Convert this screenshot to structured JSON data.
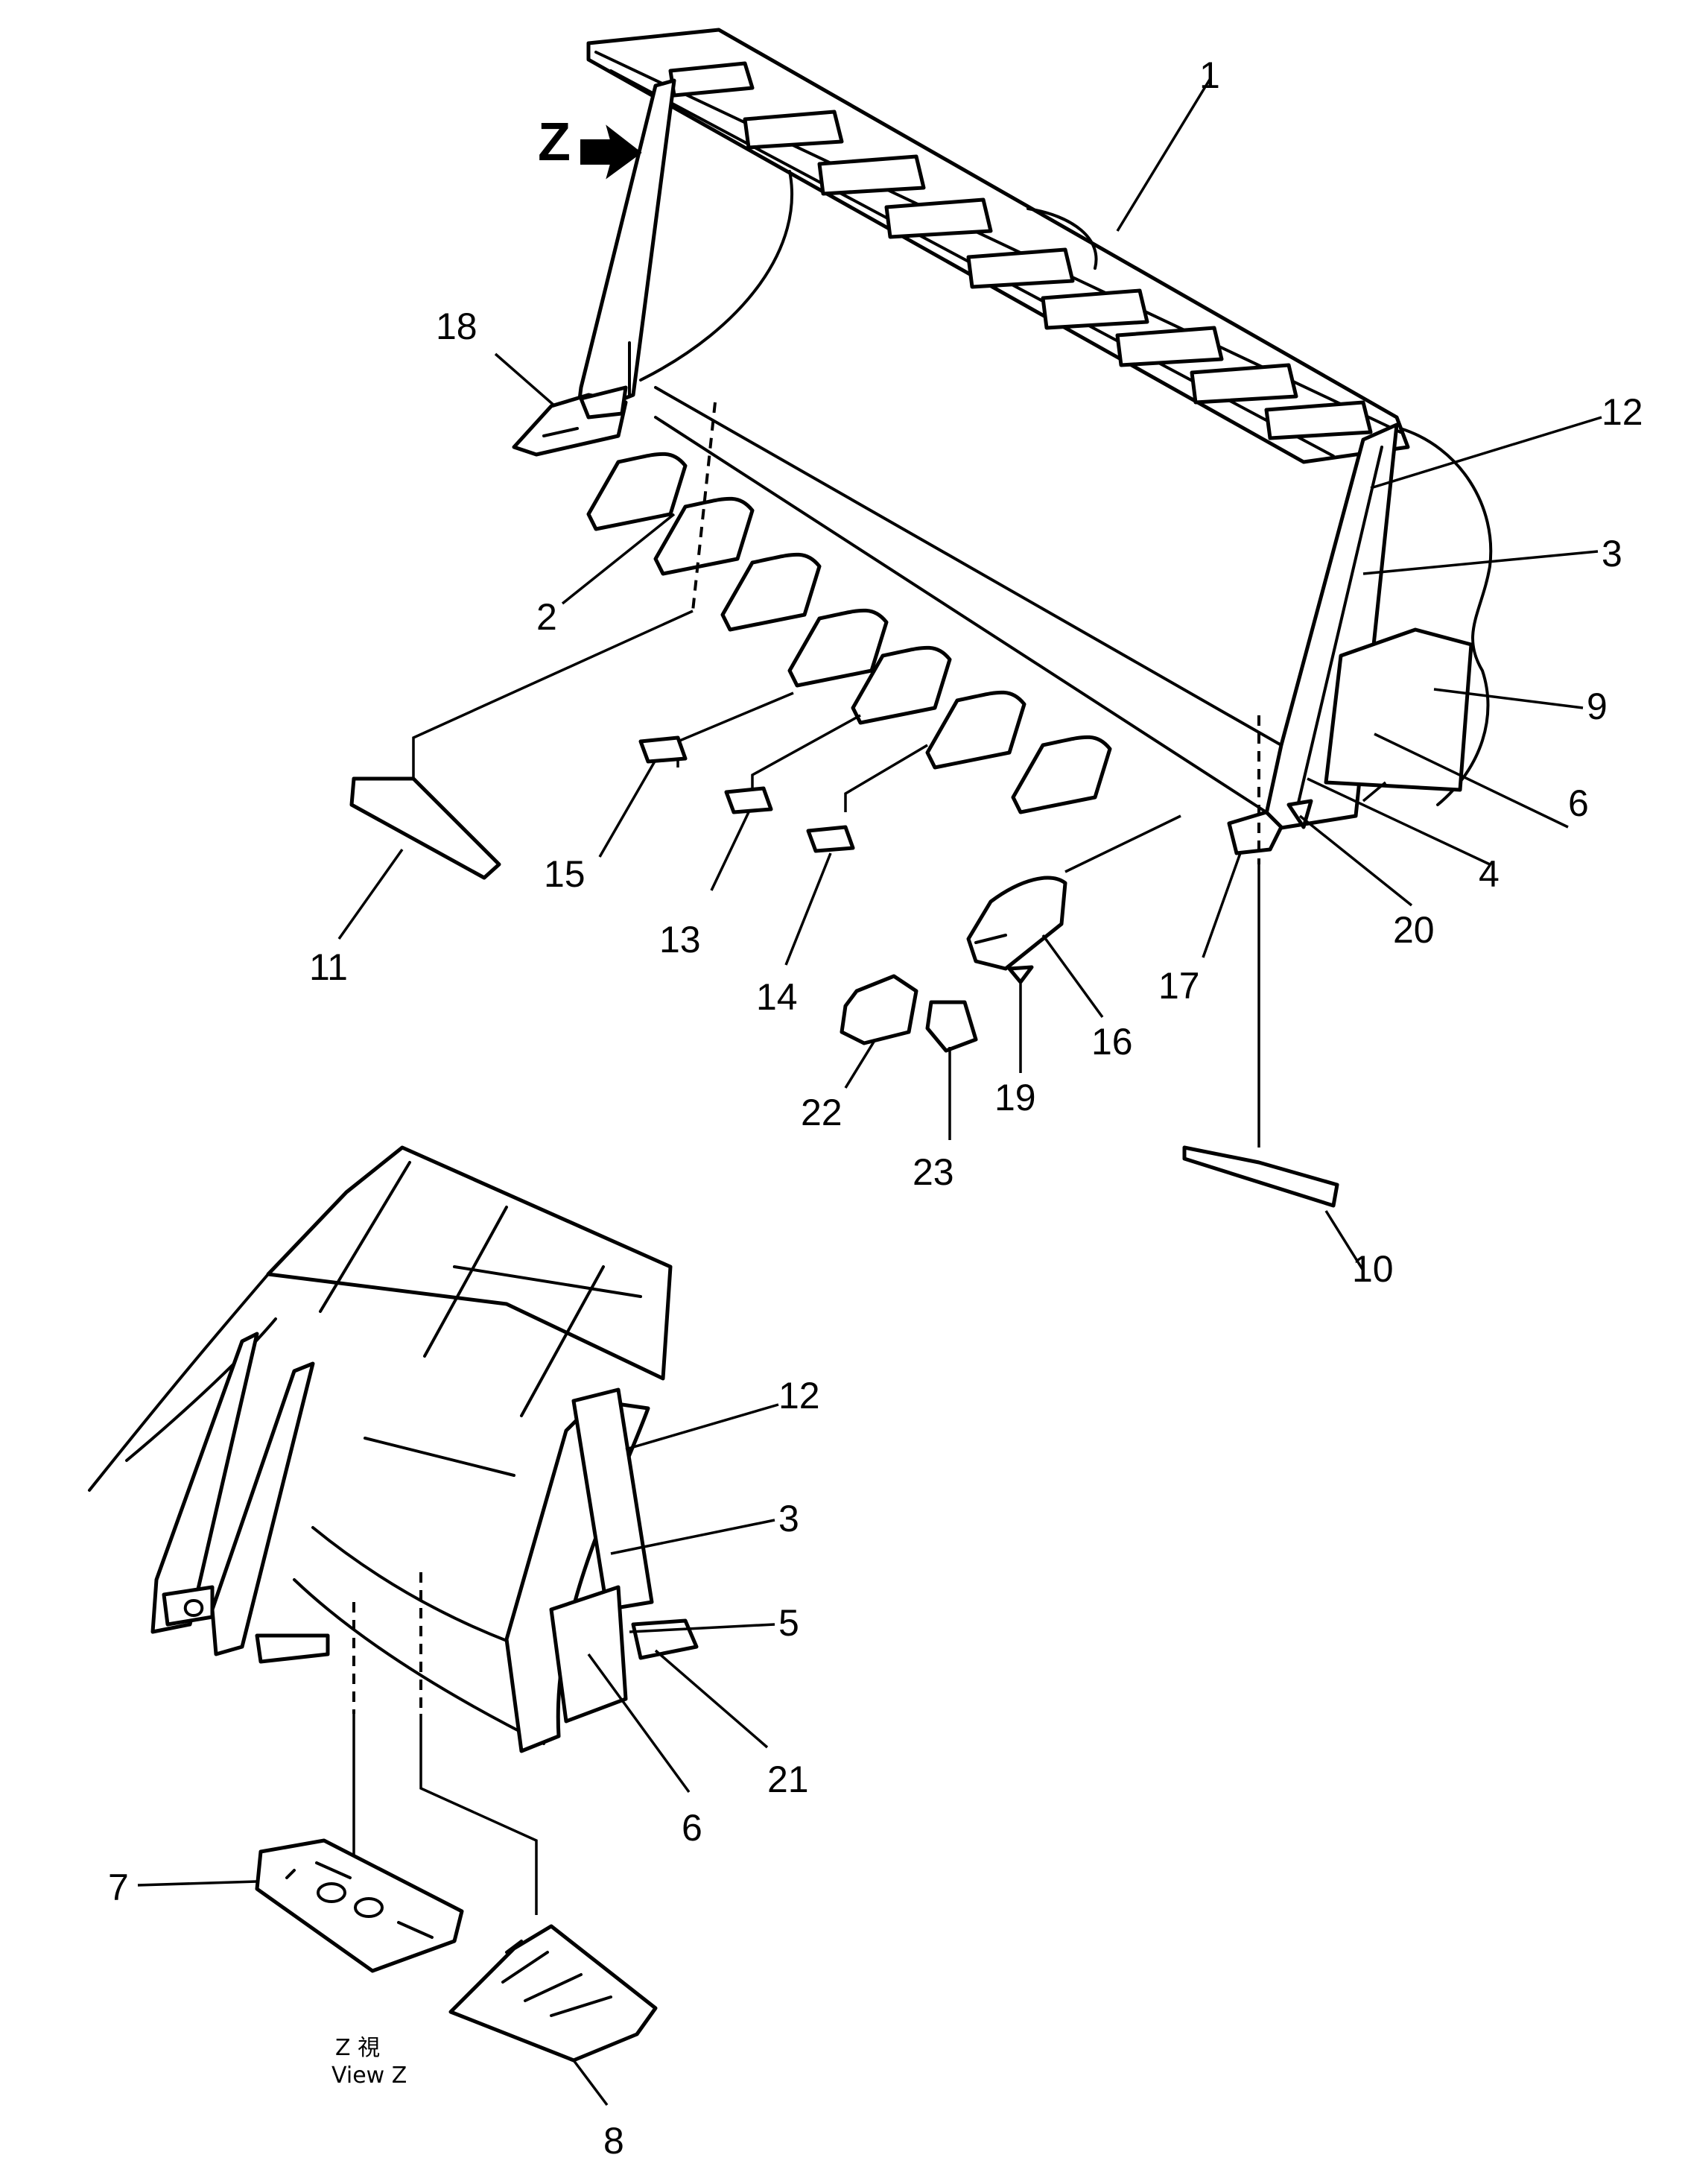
{
  "callouts": [
    "1",
    "2",
    "3",
    "4",
    "5",
    "6",
    "7",
    "8",
    "9",
    "10",
    "11",
    "12",
    "13",
    "14",
    "15",
    "16",
    "17",
    "18",
    "19",
    "20",
    "21",
    "22",
    "23"
  ],
  "callouts_view_z": [
    "12",
    "3",
    "5",
    "21",
    "6",
    "7",
    "8"
  ],
  "view_marker": "Z",
  "caption": {
    "japanese": "Z 視",
    "english": "View Z"
  },
  "icons": {
    "view_arrow": "arrow-right-icon"
  }
}
